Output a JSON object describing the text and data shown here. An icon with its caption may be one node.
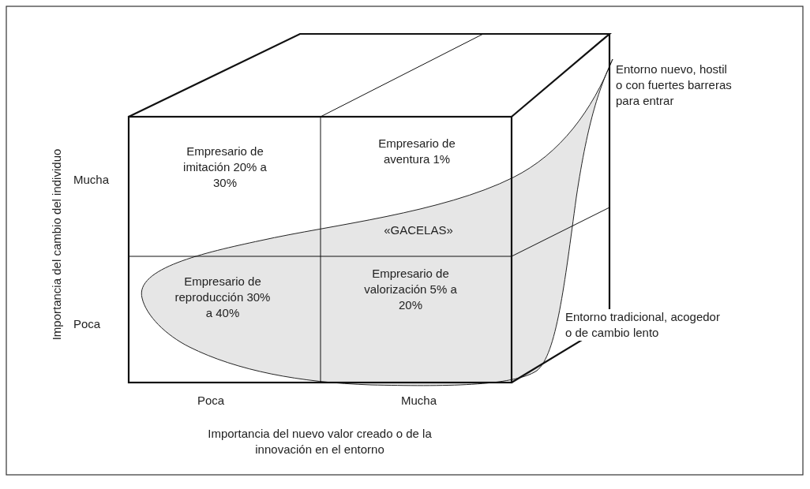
{
  "diagram": {
    "nodes": [
      {
        "text": [
          "Empresario de imitación 20% a 30%"
        ]
      },
      {
        "text": [
          "Empresario de aventura 1%"
        ]
      },
      {
        "text": [
          "Empresario de reproducción 30% a 40%"
        ],
        "in": 4
      },
      {
        "text": [
          "Empresario de valorización 5% a 20%"
        ],
        "in": 4
      },
      {
        "text": [
          "«GACELAS»"
        ]
      }
    ],
    "edges": [],
    "labels": [
      "Entorno nuevo, hostil o con fuertes barreras para entrar",
      "Importancia del cambio del individuo",
      "Mucha",
      "Poca",
      "Entorno tradicional, acogedor o de cambio lento",
      "Poca",
      "Mucha",
      "Importancia del nuevo valor creado o de la innovación en el entorno"
    ]
  }
}
